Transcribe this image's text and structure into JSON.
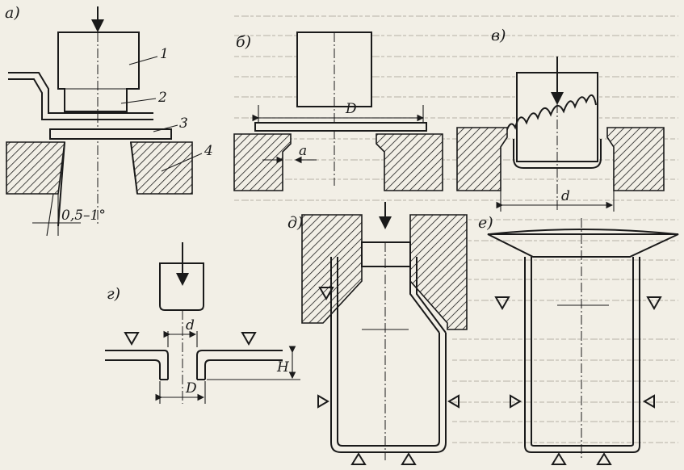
{
  "figure": {
    "labels": {
      "a": "а)",
      "b": "б)",
      "v": "в)",
      "g": "г)",
      "d": "д)",
      "e": "е)"
    },
    "parts": {
      "p1": "1",
      "p2": "2",
      "p3": "3",
      "p4": "4"
    },
    "dimensions": {
      "D_b": "D",
      "a_b": "a",
      "d_v": "d",
      "d_g": "d",
      "D_g": "D",
      "H_g": "H",
      "clearance_angle": "0,5–1°"
    }
  }
}
